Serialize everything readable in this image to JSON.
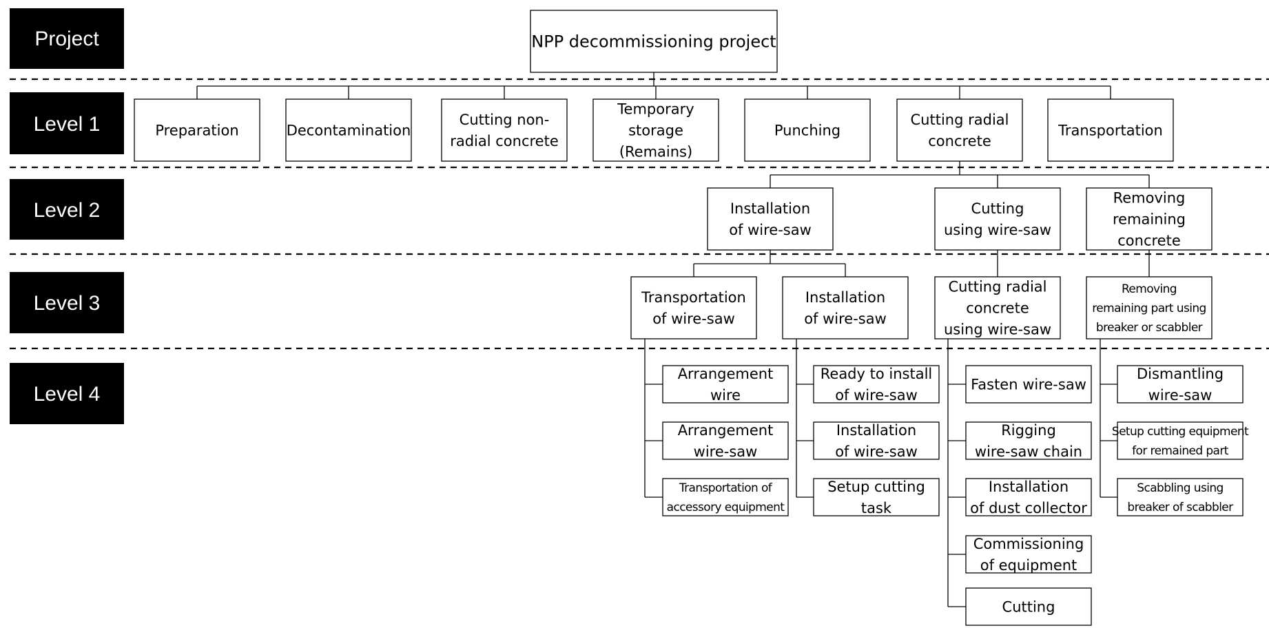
{
  "levels": [
    "Project",
    "Level 1",
    "Level 2",
    "Level 3",
    "Level 4"
  ],
  "nodes": {
    "root": [
      "NPP decommissioning project"
    ],
    "l1": [
      [
        "Preparation"
      ],
      [
        "Decontamination"
      ],
      [
        "Cutting non-",
        "radial concrete"
      ],
      [
        "Temporary",
        "storage",
        "(Remains)"
      ],
      [
        "Punching"
      ],
      [
        "Cutting radial",
        "concrete"
      ],
      [
        "Transportation"
      ]
    ],
    "l2": [
      [
        "Installation",
        "of wire-saw"
      ],
      [
        "Cutting",
        "using wire-saw"
      ],
      [
        "Removing",
        "remaining",
        "concrete"
      ]
    ],
    "l3": [
      [
        "Transportation",
        "of wire-saw"
      ],
      [
        "Installation",
        "of wire-saw"
      ],
      [
        "Cutting radial",
        "concrete",
        "using wire-saw"
      ],
      [
        "Removing",
        "remaining part using",
        "breaker or scabbler"
      ]
    ],
    "l4": [
      [
        [
          "Arrangement",
          "wire"
        ],
        [
          "Arrangement",
          "wire-saw"
        ],
        [
          "Transportation of",
          "accessory equipment"
        ]
      ],
      [
        [
          "Ready to install",
          "of wire-saw"
        ],
        [
          "Installation",
          "of wire-saw"
        ],
        [
          "Setup cutting",
          "task"
        ]
      ],
      [
        [
          "Fasten wire-saw"
        ],
        [
          "Rigging",
          "wire-saw chain"
        ],
        [
          "Installation",
          "of dust collector"
        ],
        [
          "Commissioning",
          "of equipment"
        ],
        [
          "Cutting"
        ]
      ],
      [
        [
          "Dismantling",
          "wire-saw"
        ],
        [
          "Setup cutting equipment",
          "for remained part"
        ],
        [
          "Scabbling using",
          "breaker of scabbler"
        ]
      ]
    ]
  }
}
